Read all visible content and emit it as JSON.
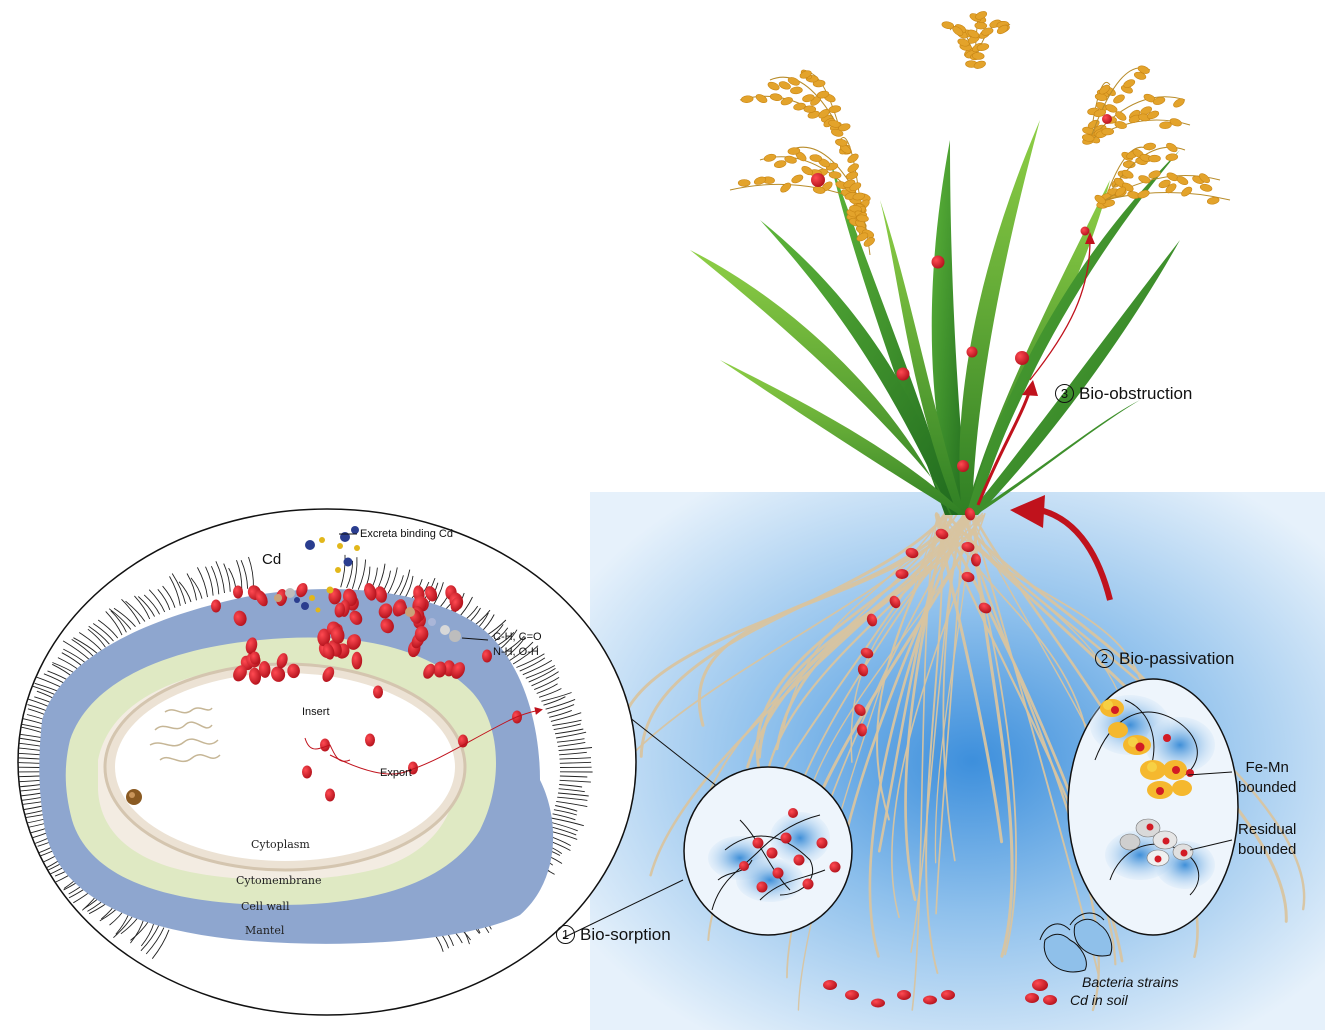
{
  "mechanisms": {
    "bio_obstruction": {
      "number": "3",
      "label": "Bio-obstruction"
    },
    "bio_passivation": {
      "number": "2",
      "label": "Bio-passivation"
    },
    "bio_sorption": {
      "number": "1",
      "label": "Bio-sorption"
    }
  },
  "passivation_inset": {
    "fe_mn_line1": "Fe-Mn",
    "fe_mn_line2": "bounded",
    "residual_line1": "Residual",
    "residual_line2": "bounded"
  },
  "soil_legend": {
    "bacteria": "Bacteria strains",
    "cd": "Cd in soil"
  },
  "cell": {
    "cd": "Cd",
    "excreta": "Excreta binding Cd",
    "groups_line1": "C-H, C=O",
    "groups_line2": "N-H, O-H",
    "insert": "Insert",
    "export": "Export",
    "cytoplasm": "Cytoplasm",
    "cytomembrane": "Cytomembrane",
    "cell_wall": "Cell wall",
    "mantel": "Mantel"
  },
  "colors": {
    "cd_red": "#d21b25",
    "leaf_green": "#3f9a2f",
    "grain_gold": "#e3a32b",
    "root_tan": "#d8c4a0",
    "soil_blue": "#4f9ee0",
    "mantel_blue": "#8ea6cf",
    "cell_wall_green": "#dfe9c3"
  }
}
